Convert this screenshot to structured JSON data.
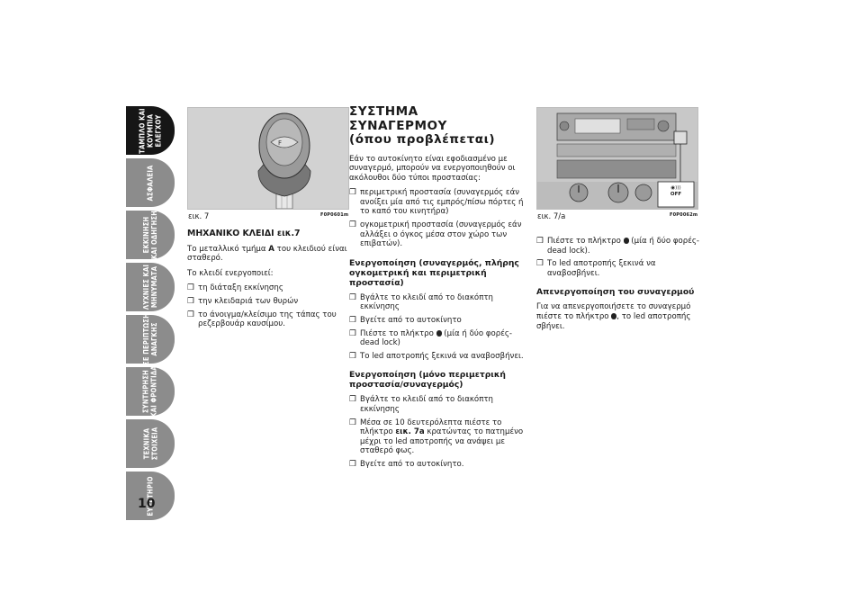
{
  "tabs": [
    {
      "label": "ΤΑΜΠΛΟ ΚΑΙ\nΚΟΥΜΠΙΑ\nΕΛΕΓΧΟΥ",
      "active": true
    },
    {
      "label": "ΑΣΦΑΛΕΙΑ"
    },
    {
      "label": "ΕΚΚΙΝΗΣΗ\nΚΑΙ ΟΔΗΓΗΣΗ"
    },
    {
      "label": "ΛΥΧΝΙΕΣ ΚΑΙ\nΜΗΝΥΜΑΤΑ"
    },
    {
      "label": "ΣΕ ΠΕΡΙΠΤΩΣΗ\nΑΝΑΓΚΗΣ"
    },
    {
      "label": "ΣΥΝΤΗΡΗΣΗ\nΚΑΙ ΦΡΟΝΤΙΔΑ"
    },
    {
      "label": "ΤΕΧΝΙΚΑ\nΣΤΟΙΧΕΙΑ"
    },
    {
      "label": "ΕΥΡΕΤΗΡΙΟ"
    }
  ],
  "colors": {
    "tab_active": "#161616",
    "tab_inactive": "#8c8c8c"
  },
  "page_number": "10",
  "fig7": {
    "caption": "εικ. 7",
    "code": "F0P0601m"
  },
  "fig7a": {
    "caption": "εικ. 7/a",
    "code": "F0P0062m",
    "button_label": "OFF"
  },
  "left": {
    "heading_prefix": "ΜΗΧΑΝΙΚΟ ΚΛΕΙΔΙ ",
    "heading_ref": "εικ.7",
    "p1_a": "Το μεταλλικό τμήμα ",
    "p1_bold": "A",
    "p1_b": " του κλειδιού είναι σταθερό.",
    "p2": "Το κλειδί ενεργοποιεί:",
    "bullets": [
      "τη διάταξη εκκίνησης",
      "την κλειδαριά των θυρών",
      "το άνοιγμα/κλείσιμο της τάπας του ρεζερβουάρ καυσίμου."
    ]
  },
  "mid": {
    "title1": "ΣΥΣΤΗΜΑ",
    "title2": "ΣΥΝΑΓΕΡΜΟΥ",
    "title3": "(όπου προβλέπεται)",
    "intro": "Εάν το αυτοκίνητο είναι εφοδιασμένο με συναγερμό, μπορούν να ενεργοποιηθούν οι ακόλουθοι δύο τύποι προστασίας:",
    "types": [
      "περιμετρική προστασία (συναγερμός εάν ανοίξει μία από τις εμπρός/πίσω πόρτες ή το καπό του κινητήρα)",
      "ογκομετρική προστασία (συναγερμός εάν αλλάξει ο όγκος μέσα στον χώρο των επιβατών)."
    ],
    "h1": "Ενεργοποίηση (συναγερμός, πλήρης ογκομετρική και περιμετρική προστασία)",
    "s1": [
      "Βγάλτε το κλειδί από το διακόπτη εκκίνησης",
      "Βγείτε από το αυτοκίνητο"
    ],
    "s1_press_a": "Πιέστε το πλήκτρο ",
    "s1_press_b": " (μία ή δύο φορές-dead lock)",
    "s1_last": "Το led αποτροπής ξεκινά να αναβοσβήνει.",
    "h2": "Ενεργοποίηση (μόνο περιμετρική προστασία/συναγερμός)",
    "s2_first": "Βγάλτε το κλειδί από το διακόπτη εκκίνησης",
    "s2_a": "Μέσα σε 10 δευτερόλεπτα πιέστε το πλήκτρο ",
    "s2_ref": "εικ. 7a",
    "s2_b": " κρατώντας το πατημένο μέχρι το led αποτροπής να ανάψει με σταθερό φως.",
    "s2_last": "Βγείτε από το αυτοκίνητο."
  },
  "right": {
    "press_a": "Πιέστε το πλήκτρο ",
    "press_b": " (μία ή δύο φορές-dead lock).",
    "led": "Το led αποτροπής ξεκινά να αναβοσβήνει.",
    "h3": "Απενεργοποίηση του συναγερμού",
    "deact_a": "Για να απενεργοποιήσετε το συναγερμό πιέστε το πλήκτρο ",
    "deact_b": ", το led αποτροπής σβήνει."
  },
  "bullet_symbol": "❒"
}
